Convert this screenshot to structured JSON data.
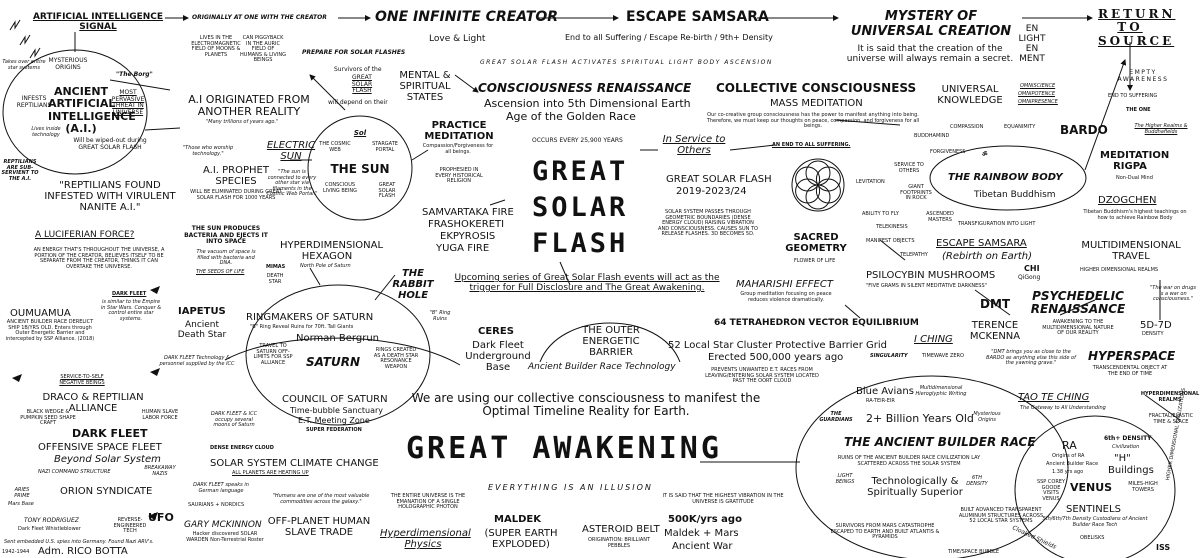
{
  "header": {
    "ai_signal": "ARTIFICIAL INTELLIGENCE SIGNAL",
    "originally": "ORIGINALLY AT ONE WITH THE CREATOR",
    "one_infinite": "ONE INFINITE CREATOR",
    "love_light": "Love & Light",
    "escape_samsara": "ESCAPE SAMSARA",
    "end_suffering": "End to all Suffering / Escape Re-birth / 9th+ Density",
    "mystery": "MYSTERY OF UNIVERSAL CREATION",
    "mystery_text": "It is said that the creation of the universe will always remain a secret.",
    "return_source": "RETURN TO SOURCE",
    "activates": "GREAT SOLAR FLASH ACTIVATES SPIRITUAL LIGHT BODY ASCENSION"
  },
  "left": {
    "mysterious_origins": "MYSTERIOUS ORIGINS",
    "the_borg": "\"The Borg\"",
    "takes_over": "Takes over entire star systems",
    "infests": "INFESTS REPTILIANS",
    "ancient_ai": "ANCIENT ARTIFICIAL INTELLIGENCE (A.I.)",
    "most_pervasive": "MOST PERVASIVE THREAT IN UNIVERSE",
    "lives_inside": "Lives inside technology",
    "wiped_out": "Will be wiped-out during GREAT SOLAR FLASH",
    "reptilians_sub": "REPTILIANS ARE SUB-SERVIENT TO THE A.I.",
    "reptilians_found": "\"REPTILIANS FOUND INFESTED WITH VIRULENT NANITE A.I.\"",
    "luciferian": "A LUCIFERIAN FORCE?",
    "energy_text": "AN ENERGY THAT'S THROUGHOUT THE UNIVERSE, A PORTION OF THE CREATOR, BELIEVES ITSELF TO BE SEPARATE FROM THE CREATOR, THINKS IT CAN OVERTAKE THE UNIVERSE.",
    "oumuamua": "OUMUAMUA",
    "oumuamua_text": "ANCIENT BUILDER RACE DERELICT SHIP 1B/YRS OLD. Enters through Outer Energetic Barrier and intercepted by SSP Alliance. (2018)",
    "dark_fleet_small": "DARK FLEET",
    "dark_fleet_text": "is similar to the Empire in Star Wars. Conquer & control entire star systems.",
    "iapetus": "IAPETUS",
    "ancient_death_star": "Ancient Death Star",
    "service_to_self": "SERVICE-TO-SELF NEGATIVE BEINGS",
    "draco": "DRACO & REPTILIAN ALLIANCE",
    "black_wedge": "BLACK WEDGE & PUMPKIN SEED SHAPE CRAFT",
    "human_slave": "HUMAN SLAVE LABOR FORCE",
    "dark_fleet": "DARK FLEET",
    "offensive": "OFFENSIVE SPACE FLEET",
    "beyond": "Beyond Solar System",
    "nazi_command": "NAZI COMMAND STRUCTURE",
    "breakaway": "BREAKAWAY NAZIS",
    "orion": "ORION SYNDICATE",
    "aries_prime": "ARIES PRIME",
    "mars_base": "Mars Base",
    "tony": "TONY RODRIGUEZ",
    "dark_fleet_whistle": "Dark Fleet Whistleblower",
    "reverse_eng": "REVERSE-ENGINEERED TECH",
    "ufo": "UFO",
    "bottom_note": "Sent embedded U.S. spies into Germany. Found Nazi ARV's.",
    "adm": "Adm. RICO BOTTA",
    "years": "1942-1944"
  },
  "center_left": {
    "lives_in_field": "LIVES IN THE ELECTROMAGNETIC FIELD OF MOONS & PLANETS",
    "can_piggyback": "CAN PIGGYBACK IN THE AURIC FIELD OF HUMANS & LIVING BEINGS",
    "prepare": "PREPARE FOR SOLAR FLASHES",
    "survivors": "Survivors of the",
    "great_solar_flash_small": "GREAT SOLAR FLASH",
    "will_depend": "will depend on their",
    "mental_spiritual": "MENTAL & SPIRITUAL STATES",
    "ai_originated": "A.I ORIGINATED FROM ANOTHER REALITY",
    "many_trillions": "\"Many trillions of years ago.\"",
    "those_worship": "\"Those who worship technology.\"",
    "ai_prophet": "A.I. PROPHET SPECIES",
    "will_eliminated": "WILL BE ELIMINATED DURING GREAT SOLAR FLASH FOR 1000 YEARS",
    "electric_sun": "ELECTRIC SUN",
    "sun_quote": "\"The sun is connected to every other star via filaments in the Cosmic Web Portal.\"",
    "sol": "Sol",
    "cosmic_web": "THE COSMIC WEB",
    "stargate_portal": "STARGATE PORTAL",
    "the_sun": "THE SUN",
    "conscious_living": "CONSCIOUS LIVING BEING",
    "great_solar_flash_sun": "GREAT SOLAR FLASH",
    "sun_produces": "THE SUN PRODUCES BACTERIA AND EJECTS IT INTO SPACE",
    "vacuum": "The vacuum of space is filled with bacteria and DNA.",
    "seeds_of_life": "THE SEEDS OF LIFE",
    "hyperdimensional_hex": "HYPERDIMENSIONAL HEXAGON",
    "north_pole": "North Pole of Saturn",
    "mimas": "MIMAS",
    "death_star": "DEATH STAR",
    "the_rabbit": "THE RABBIT HOLE",
    "b_ring": "\"B\" Ring Ruins",
    "ringmakers": "RINGMAKERS OF SATURN",
    "b_ring_reveal": "\"B\" Ring Reveal Ruins for 70ft. Tall Giants",
    "norman": "Norman Bergrun",
    "travel_saturn": "TRAVEL TO SATURN OFF-LIMITS FOR SSP ALLIANCE",
    "saturn": "SATURN",
    "rings_created": "RINGS CREATED AS A DEATH STAR RESONANCE WEAPON",
    "council": "COUNCIL OF SATURN",
    "timebubble": "Time-bubble Sanctuary",
    "et_meeting": "E.T. Meeting Zone",
    "super_federation": "SUPER FEDERATION",
    "dark_fleet_tech": "DARK FLEET Technology & personnel supplied by the ICC",
    "dark_fleet_icc": "DARK FLEET & ICC occupy several moons of Saturn",
    "dense_energy": "DENSE ENERGY CLOUD",
    "climate": "SOLAR SYSTEM CLIMATE CHANGE",
    "planets_heating": "ALL PLANETS ARE HEATING UP",
    "dark_fleet_german": "DARK FLEET speaks in German language",
    "saurians": "SAURIANS + NORDICS",
    "humans_valuable": "\"Humans are one of the most valuable commodities across the galaxy.\"",
    "off_planet": "OFF-PLANET HUMAN SLAVE TRADE",
    "gary": "GARY MCKINNON",
    "gary_text": "Hacker discovered SOLAR WARDEN Non-Terrestrial Roster",
    "hyperdimensional_physics": "Hyperdimensional Physics"
  },
  "center": {
    "consciousness_ren": "CONSCIOUSNESS RENAISSANCE",
    "ascension": "Ascension into 5th Dimensional Earth",
    "golden_age": "Age of the Golden Race",
    "practice_med": "PRACTICE MEDITATION",
    "compassion_forgive": "Compassion/Forgiveness for all beings.",
    "prophesied": "PROPHESIED IN EVERY HISTORICAL RELIGION",
    "samvartaka": "SAMVARTAKA FIRE",
    "frashokereti": "FRASHOKERETI",
    "ekpyrosis": "EKPYROSIS",
    "yuga_fire": "YUGA FIRE",
    "occurs_every": "OCCURS EVERY 25,900 YEARS",
    "great": "GREAT",
    "solar": "SOLAR",
    "flash": "FLASH",
    "in_service": "In Service to Others",
    "gsf_years_title": "GREAT SOLAR FLASH",
    "gsf_years": "2019-2023/24",
    "solar_passes": "SOLAR SYSTEM PASSES THROUGH GEOMETRIC BOUNDARIES (DENSE ENERGY CLOUD) RAISING VIBRATION AND CONSCIOUSNESS. CAUSES SUN TO RELEASE FLASHES. 3D BECOMES 5D.",
    "upcoming": "Upcoming series of Great Solar Flash events will act as the trigger for Full Disclosure and The Great Awakening.",
    "ceres": "CERES",
    "dark_fleet_ug": "Dark Fleet Underground Base",
    "outer_barrier": "THE OUTER ENERGETIC BARRIER",
    "builder_tech": "Ancient Builder Race Technology",
    "local_star": "52 Local Star Cluster Protective Barrier Grid",
    "erected": "Erected 500,000 years ago",
    "prevents": "PREVENTS UNWANTED E.T. RACES FROM LEAVING/ENTERING SOLAR SYSTEM LOCATED PAST THE OORT CLOUD",
    "we_are": "We are using our collective consciousness to manifest the Optimal Timeline Reality for Earth.",
    "great_awakening": "GREAT AWAKENING",
    "everything": "EVERYTHING IS AN ILLUSION",
    "entire_universe": "THE ENTIRE UNIVERSE IS THE EMANATION OF A SINGLE HOLOGRAPHIC PHOTON",
    "maldek": "MALDEK",
    "super_earth": "(SUPER EARTH EXPLODED)",
    "asteroid_belt": "ASTEROID BELT",
    "origination": "ORIGINATION: BRILLIANT PEBBLES",
    "k500": "500K/yrs ago",
    "maldek_mars": "Maldek + Mars",
    "ancient_war": "Ancient War",
    "highest_vibration": "IT IS SAID THAT THE HIGHEST VIBRATION IN THE UNIVERSE IS GRATITUDE"
  },
  "right": {
    "collective": "COLLECTIVE CONSCIOUSNESS",
    "mass_meditation": "MASS MEDITATION",
    "co_creative": "Our co-creative group consciousness has the power to manifest anything into being. Therefore, we must keep our thoughts on peace, compassion, and forgiveness for all beings.",
    "an_end": "AN END TO ALL SUFFERING.",
    "universal_knowledge": "UNIVERSAL KNOWLEDGE",
    "en_light_en_ment": "EN LIGHT EN MENT",
    "omniscience": "OMNISCIENCE",
    "omnipotence": "OMNIPOTENCE",
    "omnipresence": "OMNIPRESENCE",
    "empty_awareness": "EMPTY AWARENESS",
    "end_to_suffering": "END TO SUFFERING",
    "the_one": "THE ONE",
    "compassion": "COMPASSION",
    "equanimity": "EQUANIMITY",
    "buddhamind": "BUDDHAMIND",
    "forgiveness": "FORGIVENESS",
    "bardo": "BARDO",
    "higher_realms": "The Higher Realms & Buddhafields",
    "meditation_rigpa": "MEDITATION RIGPA",
    "non_dual": "Non-Dual Mind",
    "service_others": "SERVICE TO OTHERS",
    "levitation": "LEVITATION",
    "giant_footprints": "GIANT FOOTPRINTS IN ROCK",
    "rainbow_body": "THE RAINBOW BODY",
    "tibetan": "Tibetan Buddhism",
    "dzogchen": "DZOGCHEN",
    "dzogchen_text": "Tibetan Buddhism's highest teachings on how to achieve Rainbow Body",
    "ability_fly": "ABILITY TO FLY",
    "ascended_masters": "ASCENDED MASTERS",
    "telekinesis": "TELEKINESIS",
    "transfiguration": "TRANSFIGURATION INTO LIGHT",
    "manifest_objects": "MANIFEST OBJECTS",
    "telepathy": "TELEPATHY",
    "sacred_geometry": "SACRED GEOMETRY",
    "flower_of_life": "FLOWER OF LIFE",
    "escape_samsara_r": "ESCAPE SAMSARA",
    "rebirth": "(Rebirth on Earth)",
    "multidimensional": "MULTIDIMENSIONAL TRAVEL",
    "higher_dim_realms": "HIGHER DIMENSIONAL REALMS",
    "psilocybin": "PSILOCYBIN MUSHROOMS",
    "five_grams": "\"FIVE GRAMS IN SILENT MEDITATIVE DARKNESS\"",
    "chi": "CHI",
    "qigong": "QiGong",
    "maharishi": "MAHARISHI EFFECT",
    "group_med": "Group meditation focusing on peace reduces violence dramatically.",
    "tetrahedron": "64 TETRAHEDRON VECTOR EQUILIBRIUM",
    "dmt": "DMT",
    "terence": "TERENCE MCKENNA",
    "psychedelic": "PSYCHEDELIC RENAISSANCE",
    "awakening_multi": "AWAKENING TO THE MULTIDIMENSIONAL NATURE OF OUR REALITY",
    "war_on_drugs": "\"The war on drugs is a war on consciousness.\"",
    "d57": "5D-7D",
    "density": "DENSITY",
    "i_ching": "I CHING",
    "singularity": "SINGULARITY",
    "timewave": "TIMEWAVE ZERO",
    "dmt_quote": "\"DMT brings you as close to the BARDO as anything else this side of the yawning grave.\"",
    "hyperspace": "HYPERSPACE",
    "transcendental": "TRANSCENDENTAL OBJECT AT THE END OF TIME",
    "blue_avians": "Blue Avians",
    "ra_teir": "RA-TEIR-EIR",
    "multidimensional_script": "Multidimensional Hieroglyphic Writing",
    "guardians": "THE GUARDIANS",
    "two_billion": "2+ Billion Years Old",
    "mysterious_origins_r": "Mysterious Origins",
    "tao": "TAO TE CHING",
    "gateway": "The Gateway to All Understanding",
    "hyperdim_realms": "HYPERDIMENSIONAL REALMS",
    "fractal": "FRACTAL/ELASTIC TIME & SPACE",
    "ancient_builder": "THE ANCIENT BUILDER RACE",
    "ruins_builder": "RUINS OF THE ANCIENT BUILDER RACE CIVILIZATION LAY SCATTERED ACROSS THE SOLAR SYSTEM",
    "light_beings": "LIGHT BEINGS",
    "techno_spirit": "Technologically & Spiritually Superior",
    "sixth_density": "6TH DENSITY",
    "built_advanced": "BUILT ADVANCED TRANSPARENT ALUMINUM STRUCTURES ACROSS 52 LOCAL STAR SYSTEMS",
    "survivors_mars": "SURVIVORS FROM MARS CATASTROPHE ESCAPED TO EARTH AND BUILT ATLANTIS & PYRAMIDS",
    "ra": "RA",
    "origins_ra": "Origins of RA",
    "ancient_builder_race": "Ancient Builder Race",
    "billion_yrs": "1.38 yrs ago",
    "sixth_plus": "6th+ DENSITY",
    "civilization": "Civilization",
    "h_buildings_h": "\"H\"",
    "buildings": "Buildings",
    "sol_corey": "SSP COREY GOODE VISITS VENUS",
    "venus": "VENUS",
    "miles_high": "MILES-HIGH TOWERS",
    "sentinels": "SENTINELS",
    "sentinels_text": "5th/6th/7th Density Custodians of Ancient Builder Race Tech",
    "obelisks": "OBELISKS",
    "time_space": "TIME/SPACE BUBBLE",
    "higher_dim_civ": "HIGHER DIMENSIONAL CIVILIZATIONS",
    "cloaked": "Cloaked Shields",
    "iss": "ISS"
  }
}
